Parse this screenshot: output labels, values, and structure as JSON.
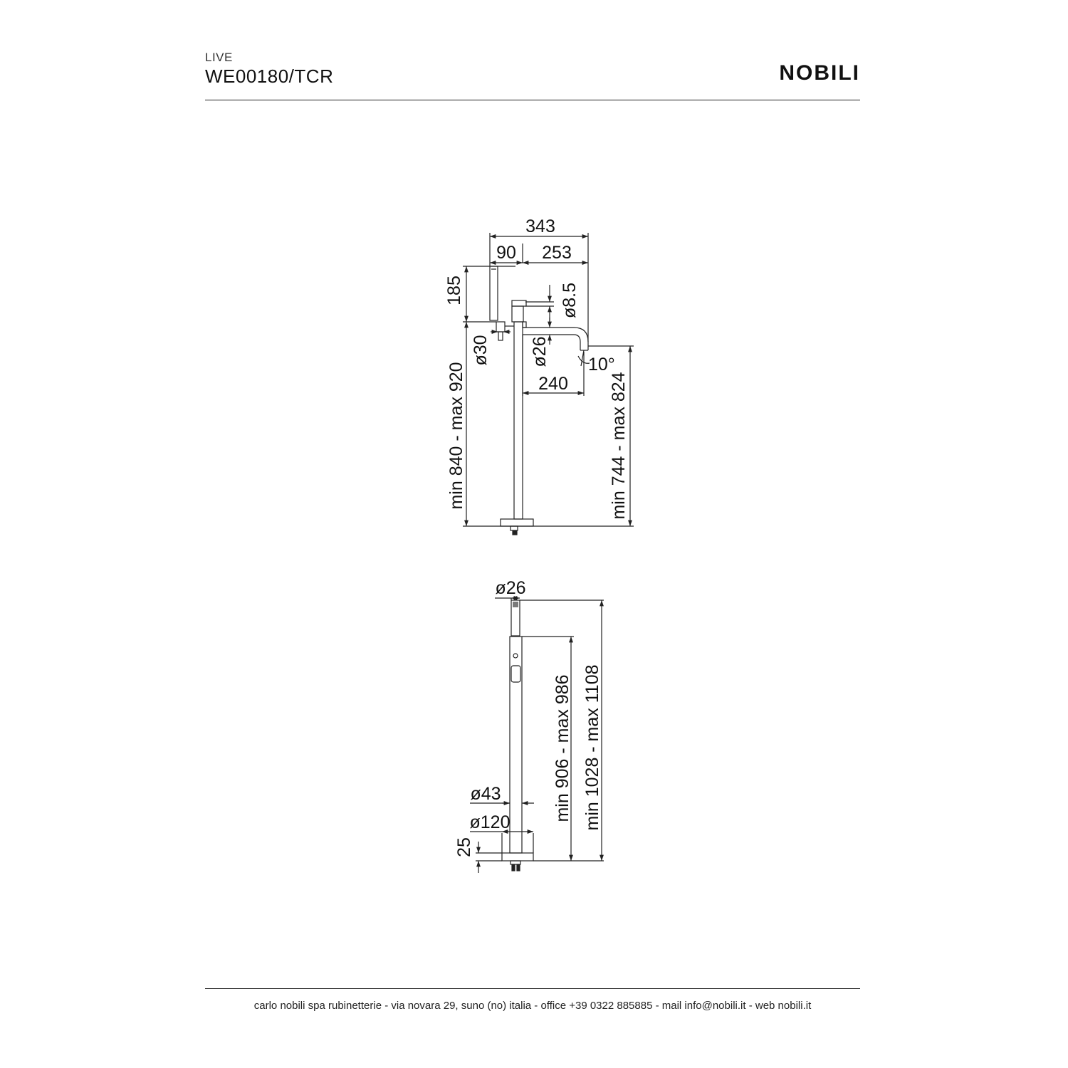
{
  "header": {
    "series": "LIVE",
    "product_code": "WE00180/TCR",
    "brand": "NOBILI"
  },
  "front_view": {
    "d_343": "343",
    "d_90": "90",
    "d_253": "253",
    "d_185": "185",
    "d_phi85": "ø8.5",
    "d_phi30": "ø30",
    "d_phi26": "ø26",
    "d_angle": "10°",
    "d_240": "240",
    "d_height_left": "min 840 - max 920",
    "d_height_right": "min 744 - max 824"
  },
  "side_view": {
    "d_phi26": "ø26",
    "d_height_inner": "min 906 - max 986",
    "d_height_outer": "min 1028 - max 1108",
    "d_phi43": "ø43",
    "d_phi120": "ø120",
    "d_25": "25"
  },
  "footer": {
    "text": "carlo nobili spa rubinetterie - via novara 29, suno (no) italia - office +39 0322 885885 - mail info@nobili.it - web nobili.it"
  }
}
